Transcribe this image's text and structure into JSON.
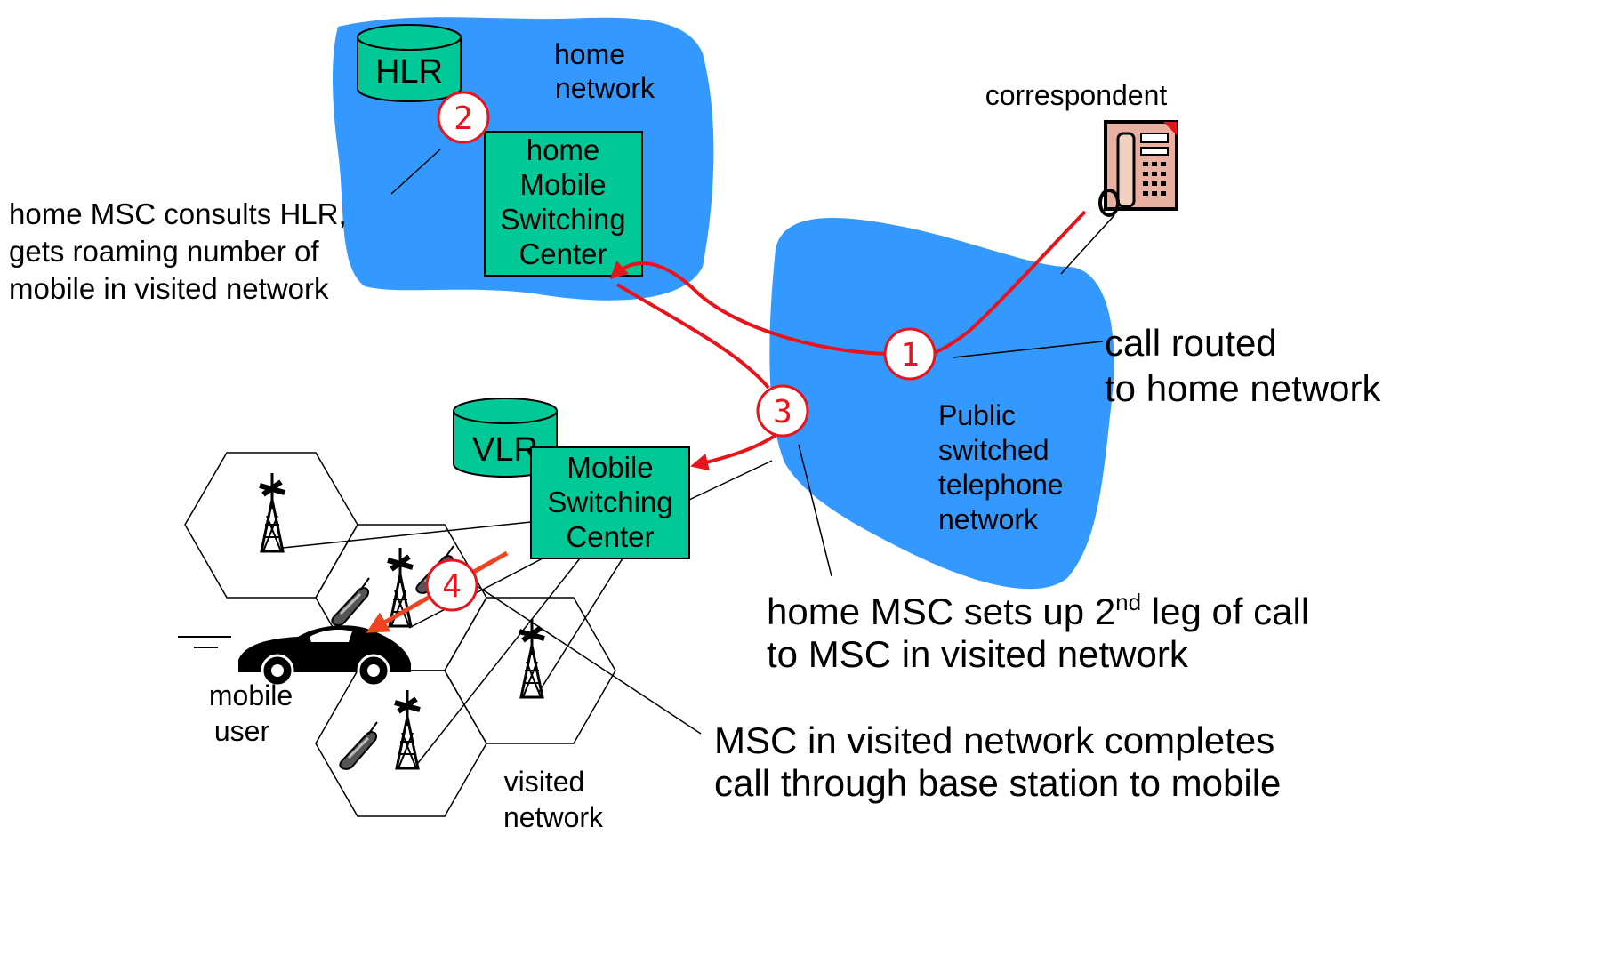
{
  "colors": {
    "network_blue": "#3399ff",
    "box_green": "#00c896",
    "route_red": "#e8141c",
    "arrow_orange": "#ee4422"
  },
  "home_network": {
    "label_line1": "home",
    "label_line2": "network",
    "hlr_label": "HLR",
    "msc_line1": "home",
    "msc_line2": "Mobile",
    "msc_line3": "Switching",
    "msc_line4": "Center"
  },
  "pstn": {
    "line1": "Public",
    "line2": "switched",
    "line3": "telephone",
    "line4": "network"
  },
  "correspondent": {
    "label": "correspondent",
    "icon": "desk-phone-icon"
  },
  "visited_network": {
    "vlr_label": "VLR",
    "msc_line1": "Mobile",
    "msc_line2": "Switching",
    "msc_line3": "Center",
    "label_line1": "visited",
    "label_line2": "network",
    "mobile_user_line1": "mobile",
    "mobile_user_line2": "user"
  },
  "steps": [
    {
      "number": "1"
    },
    {
      "number": "2"
    },
    {
      "number": "3"
    },
    {
      "number": "4"
    }
  ],
  "annotations": {
    "step1_line1": "call routed",
    "step1_line2": "to home network",
    "step2_line1": "home MSC consults HLR,",
    "step2_line2": "gets roaming number of",
    "step2_line3": "mobile in visited network",
    "step3_line1_pre": "home MSC sets up 2",
    "step3_line1_sup": "nd",
    "step3_line1_post": " leg of call",
    "step3_line2": "to MSC in visited network",
    "step4_line1": "MSC in visited network completes",
    "step4_line2": "call through base station to mobile"
  },
  "icons": [
    "cell-tower-icon",
    "cell-phone-icon",
    "car-icon"
  ]
}
